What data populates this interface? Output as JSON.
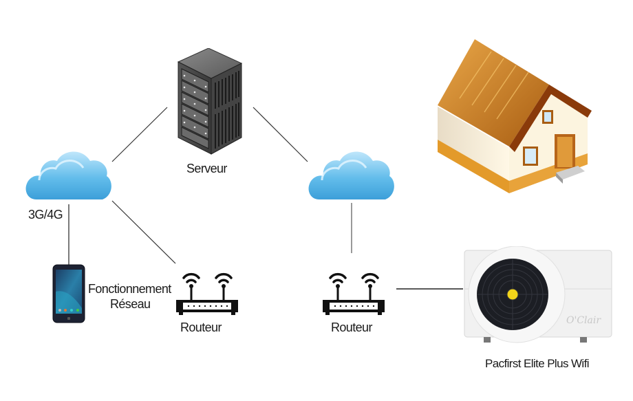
{
  "diagram": {
    "nodes": [
      {
        "id": "server",
        "label": "Serveur",
        "icon": "server-rack-icon"
      },
      {
        "id": "cloud-mobile",
        "label": "3G/4G",
        "icon": "cloud-icon"
      },
      {
        "id": "cloud-internet",
        "label": "",
        "icon": "cloud-icon"
      },
      {
        "id": "phone",
        "label": "",
        "icon": "smartphone-icon"
      },
      {
        "id": "router-left",
        "label": "Routeur",
        "icon": "wifi-router-icon"
      },
      {
        "id": "router-right",
        "label": "Routeur",
        "icon": "wifi-router-icon"
      },
      {
        "id": "house",
        "label": "",
        "icon": "house-icon"
      },
      {
        "id": "heat-pump",
        "label": "Pacfirst Elite Plus Wifi",
        "icon": "heat-pump-icon",
        "brand": "O'Clair"
      }
    ],
    "annotation": {
      "line1": "Fonctionnement",
      "line2": "Réseau"
    },
    "edges": [
      {
        "from": "cloud-mobile",
        "to": "server"
      },
      {
        "from": "server",
        "to": "cloud-internet"
      },
      {
        "from": "cloud-mobile",
        "to": "router-left"
      },
      {
        "from": "cloud-mobile",
        "to": "phone"
      },
      {
        "from": "cloud-internet",
        "to": "router-right"
      },
      {
        "from": "router-right",
        "to": "heat-pump"
      }
    ],
    "colors": {
      "cloud": "#5ab6e8",
      "roof": "#c97a1e",
      "server": "#3a3a3a",
      "line": "#333333"
    }
  }
}
